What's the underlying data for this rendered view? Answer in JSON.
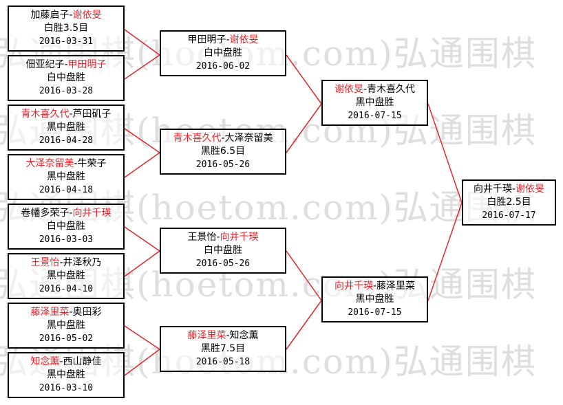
{
  "watermark": {
    "lines": [
      "弘通围棋(hoetom.com)弘通围棋",
      "弘通围棋(hoetom.com)弘通围棋",
      "弘通围棋(hoetom.com)弘通围棋",
      "弘通围棋(hoetom.com)弘通围棋",
      "弘通围棋(hoetom.com)弘通围棋"
    ]
  },
  "colors": {
    "winner": "#e8242a",
    "connector": "#e8242a",
    "border": "#000000"
  },
  "round1": [
    {
      "p1": "加藤启子",
      "p2": "谢依旻",
      "winner": 2,
      "result": "白胜3.5目",
      "date": "2016-03-31"
    },
    {
      "p1": "佃亚纪子",
      "p2": "甲田明子",
      "winner": 2,
      "result": "白中盘胜",
      "date": "2016-03-28"
    },
    {
      "p1": "青木喜久代",
      "p2": "芦田矶子",
      "winner": 1,
      "result": "黑中盘胜",
      "date": "2016-04-28"
    },
    {
      "p1": "大泽奈留美",
      "p2": "牛荣子",
      "winner": 1,
      "result": "黑中盘胜",
      "date": "2016-04-18"
    },
    {
      "p1": "卷幡多荣子",
      "p2": "向井千瑛",
      "winner": 2,
      "result": "白中盘胜",
      "date": "2016-03-03"
    },
    {
      "p1": "王景怡",
      "p2": "井泽秋乃",
      "winner": 1,
      "result": "黑中盘胜",
      "date": "2016-04-10"
    },
    {
      "p1": "藤泽里菜",
      "p2": "奥田彩",
      "winner": 1,
      "result": "黑中盘胜",
      "date": "2016-05-02"
    },
    {
      "p1": "知念薰",
      "p2": "西山静佳",
      "winner": 1,
      "result": "黑中盘胜",
      "date": "2016-03-10"
    }
  ],
  "round2": [
    {
      "p1": "甲田明子",
      "p2": "谢依旻",
      "winner": 2,
      "result": "白中盘胜",
      "date": "2016-06-02"
    },
    {
      "p1": "青木喜久代",
      "p2": "大泽奈留美",
      "winner": 1,
      "result": "黑胜6.5目",
      "date": "2016-05-26"
    },
    {
      "p1": "王景怡",
      "p2": "向井千瑛",
      "winner": 2,
      "result": "白中盘胜",
      "date": "2016-05-26"
    },
    {
      "p1": "藤泽里菜",
      "p2": "知念薰",
      "winner": 1,
      "result": "黑胜7.5目",
      "date": "2016-05-18"
    }
  ],
  "round3": [
    {
      "p1": "谢依旻",
      "p2": "青木喜久代",
      "winner": 1,
      "result": "黑中盘胜",
      "date": "2016-07-15"
    },
    {
      "p1": "向井千瑛",
      "p2": "藤泽里菜",
      "winner": 1,
      "result": "黑中盘胜",
      "date": "2016-07-15"
    }
  ],
  "final": [
    {
      "p1": "向井千瑛",
      "p2": "谢依旻",
      "winner": 2,
      "result": "白胜2.5目",
      "date": "2016-07-17"
    }
  ]
}
